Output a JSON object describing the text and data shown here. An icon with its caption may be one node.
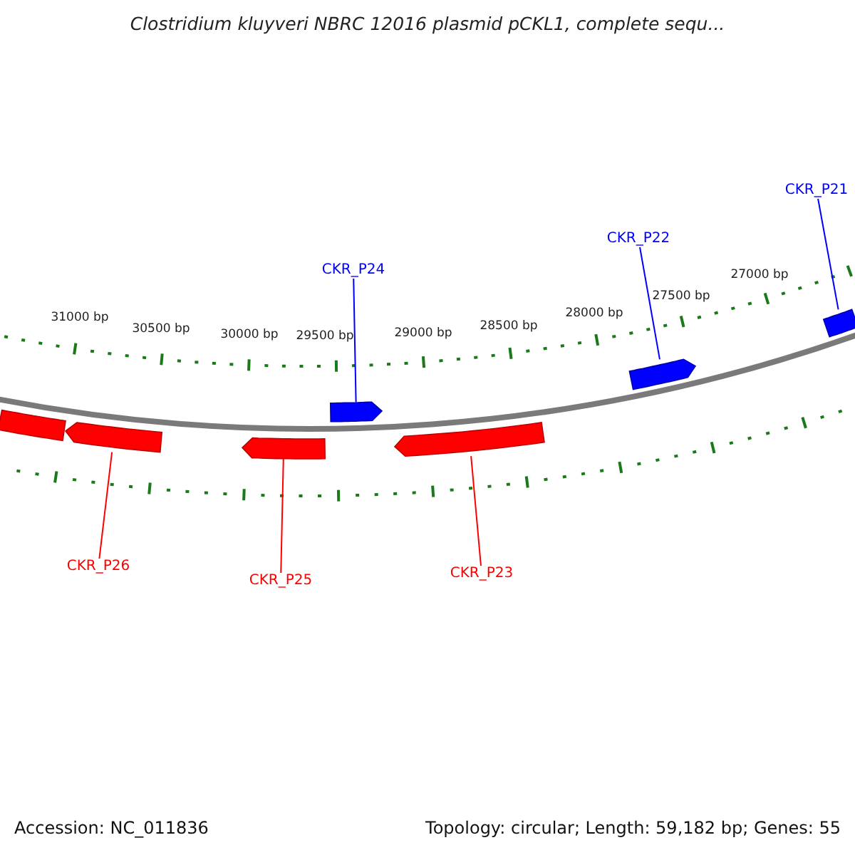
{
  "diagram": {
    "title": "Clostridium kluyveri NBRC 12016 plasmid pCKL1, complete sequ...",
    "nodes": [
      {
        "text": [
          "CKR_P21"
        ]
      },
      {
        "text": [
          "CKR_P22"
        ]
      },
      {
        "text": [
          "CKR_P24"
        ]
      },
      {
        "text": [
          "CKR_P26"
        ]
      },
      {
        "text": [
          "CKR_P23"
        ]
      },
      {
        "text": [
          "CKR_P25"
        ]
      },
      {
        "text": [],
        "shape": "bar"
      },
      {
        "text": [],
        "shape": "bar"
      },
      {
        "text": [],
        "shape": "bar"
      },
      {
        "text": [],
        "shape": "bar"
      },
      {
        "text": [],
        "shape": "bar"
      },
      {
        "text": [],
        "shape": "bar"
      },
      {
        "text": [],
        "shape": "bar"
      }
    ],
    "edges": [
      {
        "from": 0,
        "to": 12,
        "arrow": "none"
      },
      {
        "from": 1,
        "to": 11,
        "arrow": "none"
      },
      {
        "from": 2,
        "to": 9,
        "arrow": "none"
      },
      {
        "from": 3,
        "to": 7,
        "arrow": "none",
        "color": "#ff0000"
      },
      {
        "from": 4,
        "to": 10,
        "arrow": "none",
        "color": "#ff0000"
      },
      {
        "from": 5,
        "to": 8,
        "arrow": "none",
        "color": "#ff0000"
      }
    ],
    "labels": [
      "31000 bp",
      "30500 bp",
      "30000 bp",
      "29500 bp",
      "29000 bp",
      "28500 bp",
      "28000 bp",
      "27500 bp",
      "27000 bp",
      "Accession: NC_011836",
      "Topology: circular; Length: 59,182 bp; Genes: 55"
    ]
  }
}
